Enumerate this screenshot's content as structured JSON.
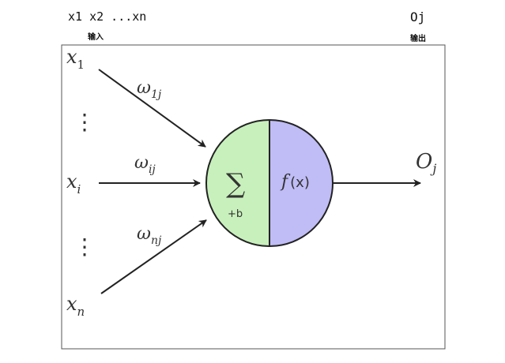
{
  "header": {
    "inputs_label": "x1 x2 ...xn",
    "inputs_caption": "输入",
    "output_label": "Oj",
    "output_caption": "输出"
  },
  "neuron": {
    "inputs": [
      {
        "var": "x",
        "sub": "1",
        "weight": "ω",
        "weight_sub": "1j"
      },
      {
        "var": "x",
        "sub": "i",
        "weight": "ω",
        "weight_sub": "ij"
      },
      {
        "var": "x",
        "sub": "n",
        "weight": "ω",
        "weight_sub": "nj"
      }
    ],
    "ellipsis": "⋮",
    "sum_symbol": "∑",
    "bias": "+b",
    "activation_f": "f",
    "activation_arg": "(x)",
    "output_var": "O",
    "output_sub": "j",
    "colors": {
      "sum_half": "#c8f0bc",
      "activation_half": "#bfbcf6",
      "stroke": "#222222"
    }
  }
}
